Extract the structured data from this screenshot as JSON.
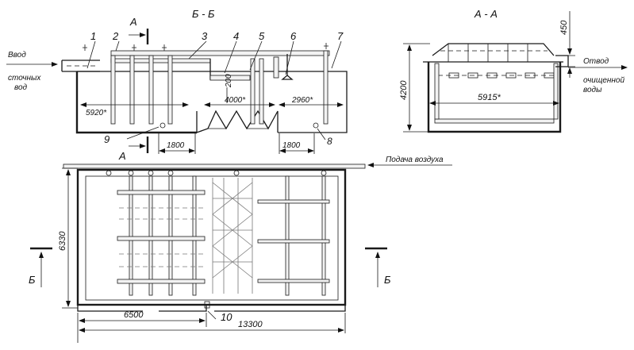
{
  "labels": {
    "section_bb": "Б - Б",
    "section_aa": "А - А",
    "cut_a_top": "А",
    "cut_a_bottom": "А",
    "cut_b_left": "Б",
    "cut_b_right": "Б",
    "inlet_line1": "Ввод",
    "inlet_line2": "сточных",
    "inlet_line3": "вод",
    "outlet_line1": "Отвод",
    "outlet_line2": "очищенной",
    "outlet_line3": "воды",
    "air_supply": "Подача воздуха"
  },
  "callouts": [
    "1",
    "2",
    "3",
    "4",
    "5",
    "6",
    "7",
    "8",
    "9",
    "10"
  ],
  "dimensions": {
    "d5920": "5920*",
    "d4000": "4000*",
    "d200": "200",
    "d2960": "2960*",
    "d1800_left": "1800",
    "d1800_right": "1800",
    "d4200": "4200",
    "d450": "450",
    "d5915": "5915*",
    "d6330": "6330",
    "d6500": "6500",
    "d13300": "13300"
  }
}
